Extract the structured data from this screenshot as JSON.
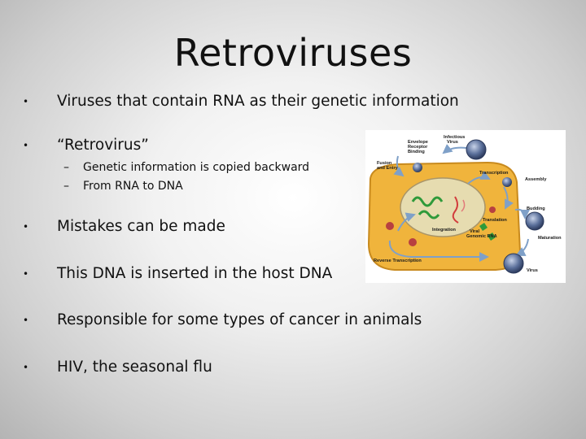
{
  "slide": {
    "title": "Retroviruses",
    "bullet_symbol": "•",
    "sub_symbol": "–",
    "bullets": [
      "Viruses that contain RNA as their genetic information",
      "“Retrovirus”",
      "Mistakes can be made",
      "This DNA is inserted in the host DNA",
      "Responsible for some types of cancer in animals",
      "HIV, the seasonal flu"
    ],
    "sub_bullets": [
      "Genetic information is copied backward",
      "From RNA to DNA"
    ]
  },
  "diagram": {
    "labels": {
      "infectious_virus": [
        "Infectious",
        "Virus"
      ],
      "envelope_binding": [
        "Envelope",
        "Receptor",
        "Binding"
      ],
      "fusion_entry": [
        "Fusion",
        "and Entry"
      ],
      "transcription": "Transcription",
      "assembly": "Assembly",
      "budding": "Budding",
      "translation": "Translation",
      "integration": "Integration",
      "viral_genomic_rna": [
        "Viral",
        "Genomic RNA"
      ],
      "maturation": "Maturation",
      "reverse_transcription": "Reverse Transcription",
      "virus": "Virus"
    },
    "colors": {
      "cell": "#f0b43c",
      "cell_edge": "#c88a1e",
      "nucleus": "#e6dcb0",
      "virus": "#5a6f9a",
      "arrow": "#7fa0c8",
      "dna_green": "#2f9a3a",
      "rna_red": "#d23c3c"
    }
  }
}
